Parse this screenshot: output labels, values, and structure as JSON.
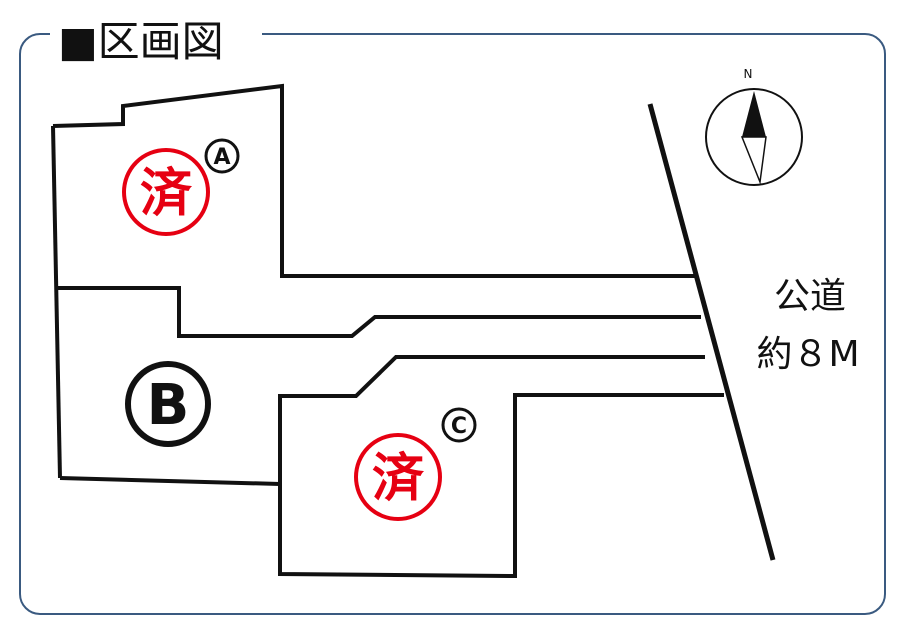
{
  "title": "■区画図",
  "road": {
    "line1": "公道",
    "line2": "約８M"
  },
  "lots": [
    {
      "id": "A",
      "label": "A",
      "status": "済"
    },
    {
      "id": "B",
      "label": "B",
      "status": ""
    },
    {
      "id": "C",
      "label": "C",
      "status": "済"
    }
  ],
  "compass": {
    "north_label": "N"
  },
  "colors": {
    "frame": "#3a5a80",
    "line": "#111111",
    "stamp": "#e60012"
  }
}
